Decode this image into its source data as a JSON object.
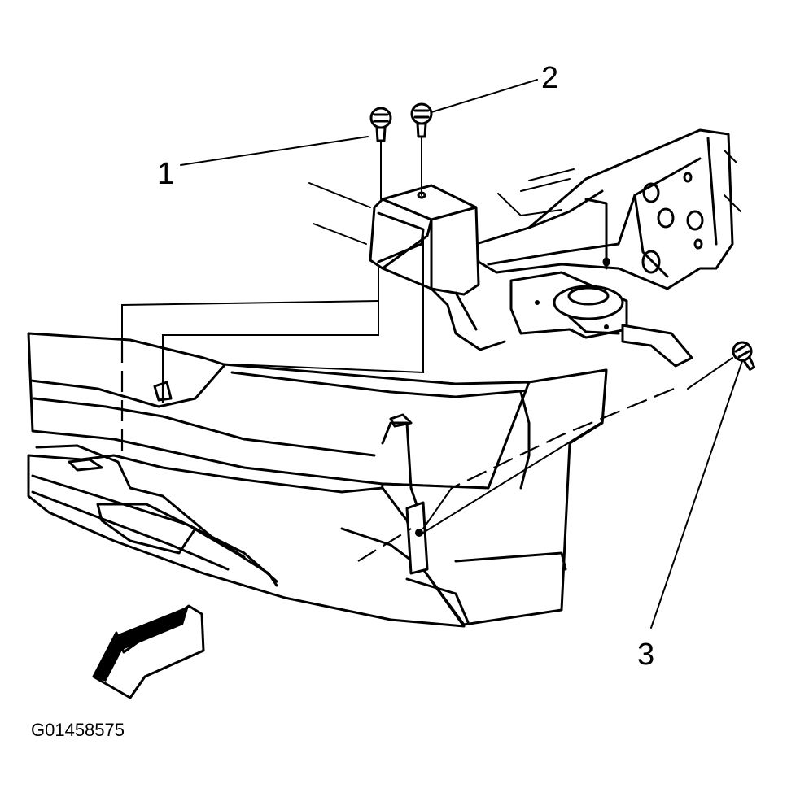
{
  "diagram": {
    "figure_id": "G01458575",
    "callouts": [
      "1",
      "2",
      "3"
    ],
    "icons": {
      "direction_arrow": "front-direction-arrow-icon",
      "fastener": "bolt-icon"
    }
  }
}
